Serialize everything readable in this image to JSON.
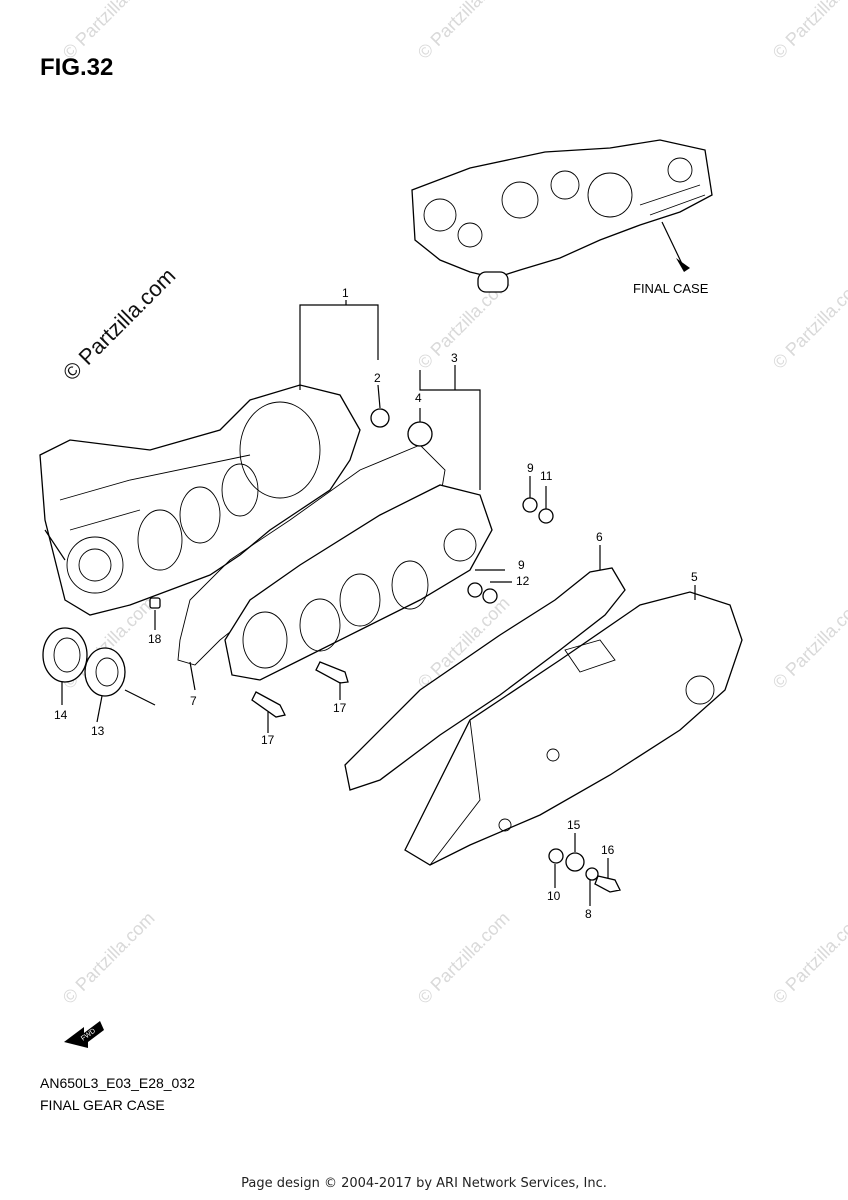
{
  "figure": {
    "title": "FIG.32",
    "code": "AN650L3_E03_E28_032",
    "name": "FINAL GEAR CASE",
    "final_case_label": "FINAL CASE",
    "fwd_label": "FWD"
  },
  "watermark": {
    "main": "© Partzilla.com",
    "repeat": "© Partzilla.com"
  },
  "credit": "Page design © 2004-2017 by ARI Network Services, Inc.",
  "callouts": {
    "c1": "1",
    "c2": "2",
    "c3": "3",
    "c4": "4",
    "c5": "5",
    "c6": "6",
    "c7": "7",
    "c8": "8",
    "c9a": "9",
    "c9b": "9",
    "c10": "10",
    "c11": "11",
    "c12": "12",
    "c13": "13",
    "c14": "14",
    "c15": "15",
    "c16": "16",
    "c17a": "17",
    "c17b": "17",
    "c18": "18"
  }
}
